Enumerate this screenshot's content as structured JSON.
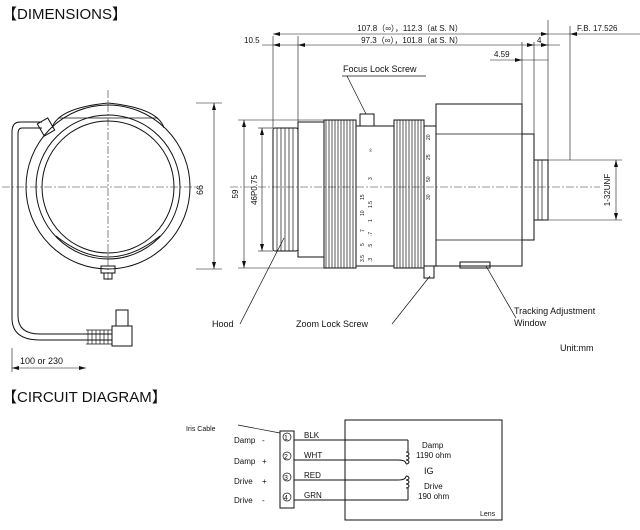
{
  "dimensions": {
    "title": "【DIMENSIONS】",
    "overall_length": "107.8（∞），112.3（at S. N）",
    "body_length": "97.3（∞），101.8（at S. N）",
    "hood_length": "10.5",
    "flange_back": "F.B. 17.526",
    "dim_4": "4",
    "dim_459": "4.59",
    "height_66": "66",
    "diameter_59": "59",
    "filter_thread": "46P0.75",
    "mount_thread": "1-32UNF",
    "cable_length": "100 or 230",
    "unit": "Unit:mm",
    "callouts": {
      "focus_lock": "Focus Lock Screw",
      "hood": "Hood",
      "zoom_lock": "Zoom Lock Screw",
      "tracking_line1": "Tracking Adjustment",
      "tracking_line2": "Window"
    },
    "focus_scale": [
      "∞",
      "3",
      "1.5",
      "1",
      ".7",
      ".5",
      ".3"
    ],
    "zoom_scale": [
      "3.5",
      "5",
      "7",
      "10",
      "15",
      "20",
      "25",
      "30",
      "50"
    ]
  },
  "circuit": {
    "title": "【CIRCUIT DIAGRAM】",
    "cable_label": "Iris Cable",
    "pins": [
      {
        "num": "1",
        "name": "Damp",
        "sign": "-",
        "color": "BLK"
      },
      {
        "num": "2",
        "name": "Damp",
        "sign": "+",
        "color": "WHT"
      },
      {
        "num": "3",
        "name": "Drive",
        "sign": "+",
        "color": "RED"
      },
      {
        "num": "4",
        "name": "Drive",
        "sign": "-",
        "color": "GRN"
      }
    ],
    "damp_coil": {
      "name": "Damp",
      "value": "1190 ohm"
    },
    "ig": "IG",
    "drive_coil": {
      "name": "Drive",
      "value": "190 ohm"
    },
    "box_label": "Lens"
  }
}
